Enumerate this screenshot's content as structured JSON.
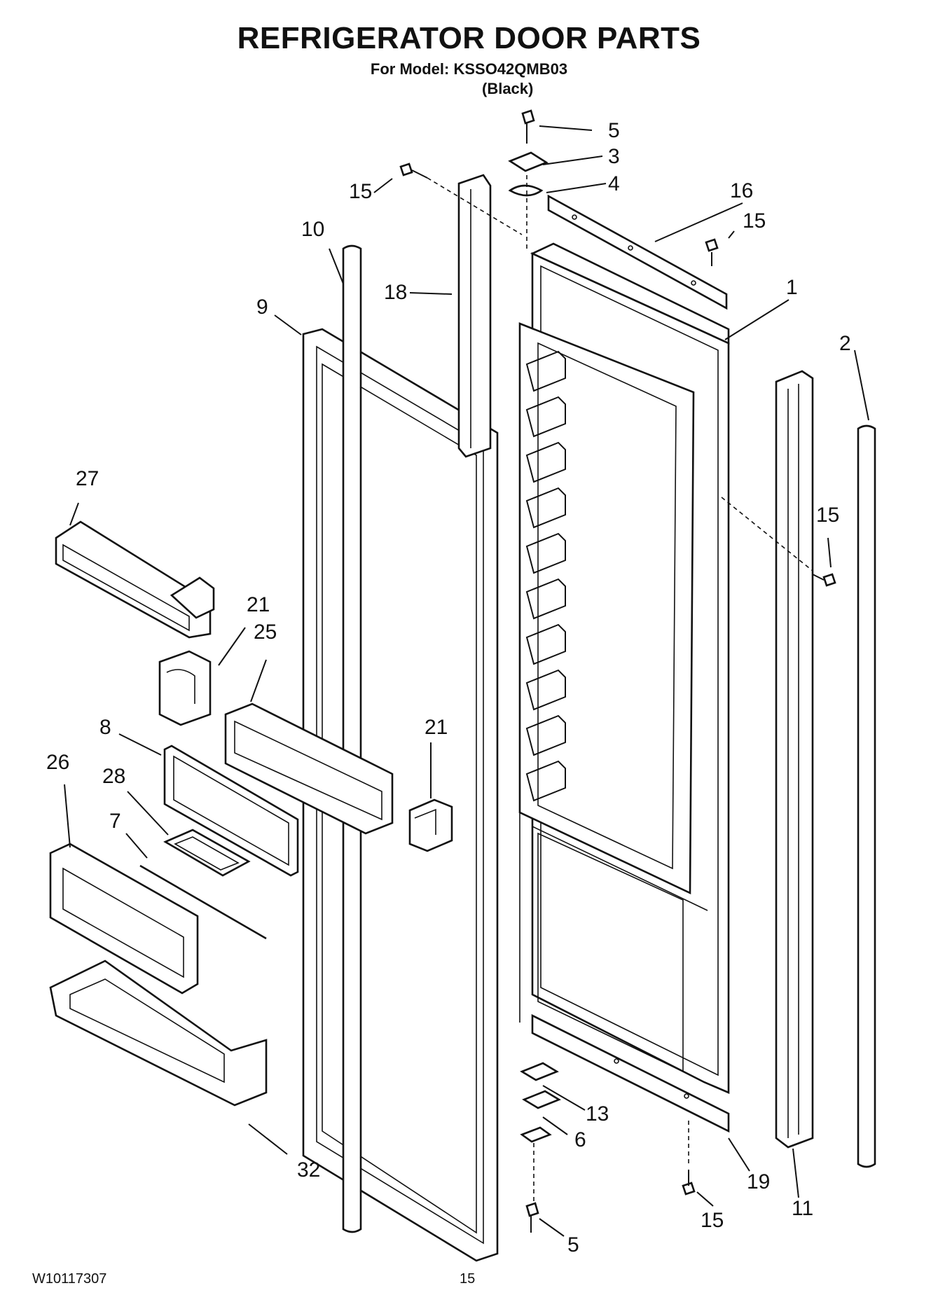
{
  "header": {
    "title": "REFRIGERATOR DOOR PARTS",
    "model_line": "For Model: KSSO42QMB03",
    "color_line": "(Black)"
  },
  "footer": {
    "doc_number": "W10117307",
    "page_number": "15"
  },
  "callouts": {
    "c1": "1",
    "c2": "2",
    "c3": "3",
    "c4": "4",
    "c5a": "5",
    "c5b": "5",
    "c6": "6",
    "c7": "7",
    "c8": "8",
    "c9": "9",
    "c10": "10",
    "c11": "11",
    "c13": "13",
    "c15a": "15",
    "c15b": "15",
    "c15c": "15",
    "c15d": "15",
    "c16": "16",
    "c18": "18",
    "c19": "19",
    "c21a": "21",
    "c21b": "21",
    "c25": "25",
    "c26": "26",
    "c27": "27",
    "c28": "28",
    "c32": "32"
  }
}
